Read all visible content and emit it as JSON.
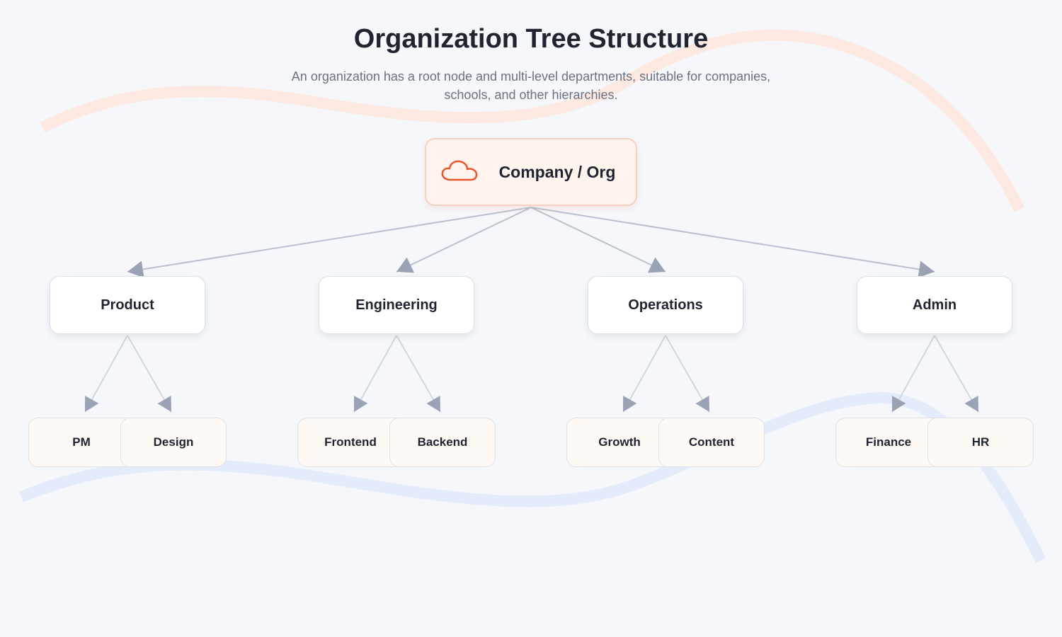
{
  "header": {
    "title": "Organization Tree Structure",
    "subtitle": "An organization has a root node and multi-level departments, suitable for companies, schools, and other hierarchies."
  },
  "root": {
    "label": "Company / Org",
    "icon": "cloud-icon"
  },
  "departments": [
    {
      "label": "Product",
      "teams": [
        "PM",
        "Design"
      ]
    },
    {
      "label": "Engineering",
      "teams": [
        "Frontend",
        "Backend"
      ]
    },
    {
      "label": "Operations",
      "teams": [
        "Growth",
        "Content"
      ]
    },
    {
      "label": "Admin",
      "teams": [
        "Finance",
        "HR"
      ]
    }
  ],
  "colors": {
    "accent": "#e8562a",
    "root_background": "#fff3ee",
    "connector_main": "#b9c0d0",
    "connector_sub": "#d3d7df",
    "arrowhead": "#9aa3b5",
    "decor_orange": "#fde9e2",
    "decor_blue": "#e4ebfb"
  }
}
